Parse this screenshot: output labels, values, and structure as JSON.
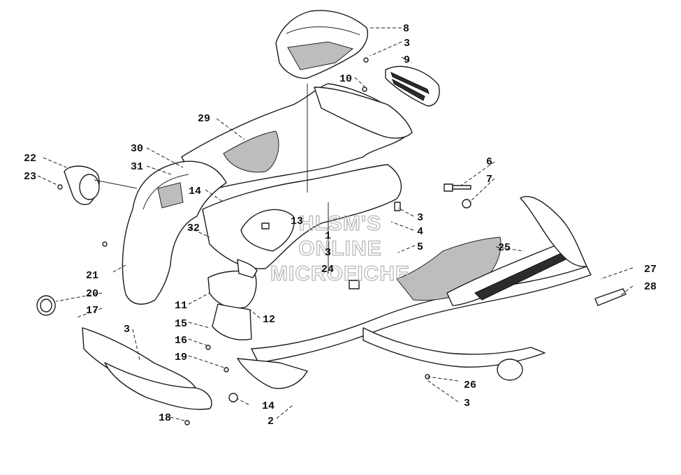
{
  "diagram": {
    "labels": [
      "8",
      "3",
      "9",
      "10",
      "29",
      "30",
      "31",
      "22",
      "23",
      "14",
      "6",
      "7",
      "3",
      "13",
      "4",
      "1",
      "3",
      "32",
      "5",
      "25",
      "24",
      "21",
      "20",
      "11",
      "12",
      "17",
      "15",
      "16",
      "3",
      "27",
      "28",
      "19",
      "26",
      "14",
      "18",
      "2",
      "3"
    ],
    "watermark": [
      "HLSM'S",
      "ONLINE",
      "MICROFICHE"
    ]
  }
}
